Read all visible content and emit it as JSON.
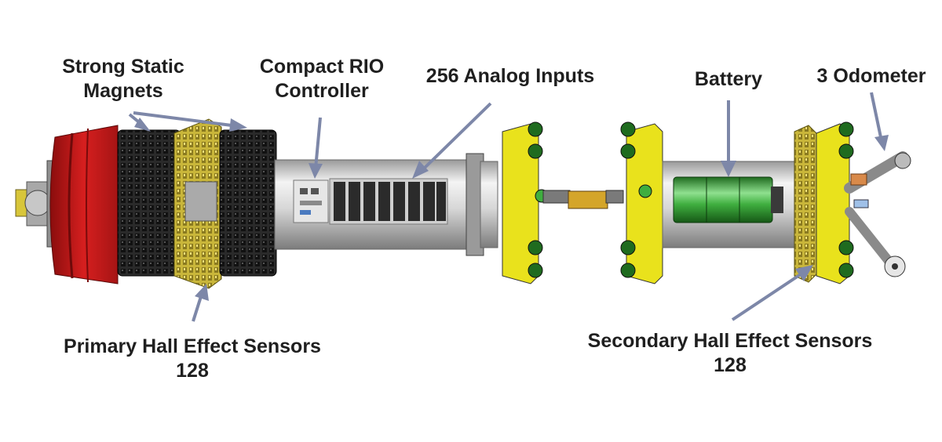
{
  "labels": {
    "magnets": [
      "Strong Static",
      "Magnets"
    ],
    "controller": [
      "Compact RIO",
      "Controller"
    ],
    "analog_inputs": "256 Analog Inputs",
    "battery": "Battery",
    "odometer": "3 Odometer",
    "primary_sensors": [
      "Primary Hall Effect Sensors",
      "128"
    ],
    "secondary_sensors": [
      "Secondary Hall Effect Sensors",
      "128"
    ]
  },
  "colors": {
    "arrow": "#7d87a8",
    "nose_red": "#cf1d1d",
    "flange_yellow": "#e9e21c",
    "battery_green": "#3fae3f",
    "magnet_black": "#1e1e1e",
    "body_grey": "#d9d9d9"
  }
}
